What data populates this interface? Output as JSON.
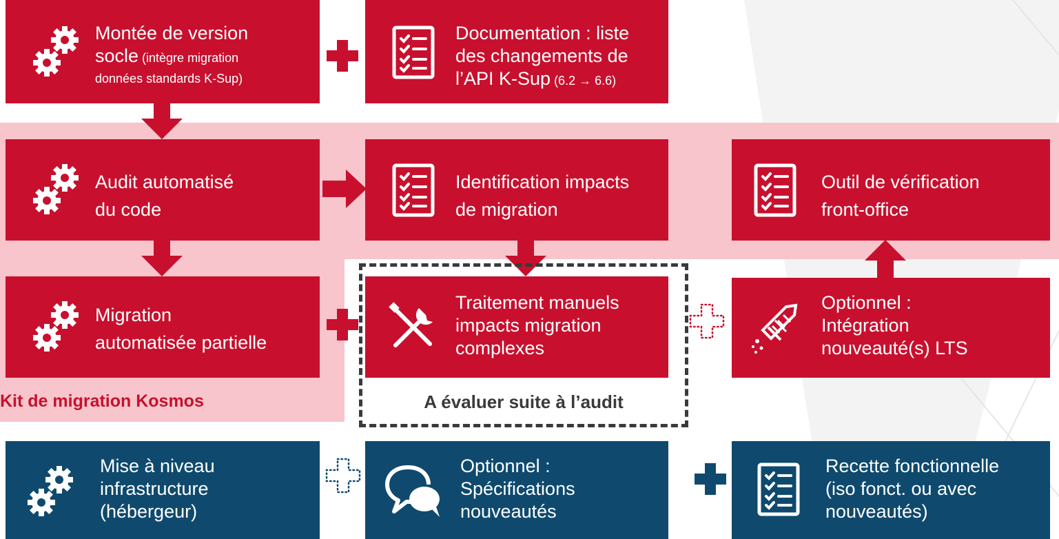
{
  "colors": {
    "red": "#c8102e",
    "blue": "#0f4a6e",
    "pink": "#f7c5cb",
    "dark": "#3a3a3a"
  },
  "boxes": {
    "montee": {
      "line1": "Montée de version",
      "line2_main": "socle",
      "line2_small": " (intègre migration",
      "line3": "données standards K-Sup)",
      "icon": "gears-icon"
    },
    "documentation": {
      "line1": "Documentation : liste",
      "line2": "des changements de",
      "line3_main": "l’API K-Sup",
      "line3_small": " (6.2 → 6.6)",
      "icon": "checklist-icon"
    },
    "audit": {
      "line1": "Audit automatisé",
      "line2": "du code",
      "icon": "gears-icon"
    },
    "identification": {
      "line1": "Identification impacts",
      "line2": "de migration",
      "icon": "checklist-icon"
    },
    "outil": {
      "line1": "Outil de vérification",
      "line2": "front-office",
      "icon": "checklist-icon"
    },
    "migration": {
      "line1": "Migration",
      "line2": "automatisée partielle",
      "icon": "gears-icon"
    },
    "traitement": {
      "line1": "Traitement manuels",
      "line2": "impacts migration",
      "line3": "complexes",
      "icon": "tools-icon"
    },
    "optionnel_lts": {
      "line1": "Optionnel :",
      "line2": "Intégration",
      "line3": "nouveauté(s) LTS",
      "icon": "rocket-icon"
    },
    "infra": {
      "line1": "Mise à niveau",
      "line2": "infrastructure",
      "line3": "(hébergeur)",
      "icon": "gears-icon"
    },
    "specs": {
      "line1": "Optionnel :",
      "line2": "Spécifications",
      "line3": "nouveautés",
      "icon": "chat-icon"
    },
    "recette": {
      "line1": "Recette fonctionnelle",
      "line2": "(iso fonct. ou avec",
      "line3": "nouveautés)",
      "icon": "checklist-icon"
    }
  },
  "kit_title": "Kit de migration Kosmos",
  "eval_title": "A évaluer suite à l’audit"
}
